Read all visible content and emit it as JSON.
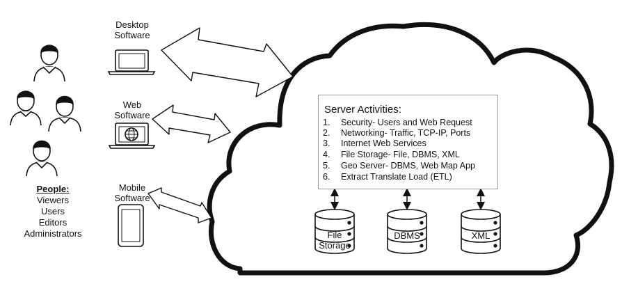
{
  "clients": {
    "desktop": {
      "line1": "Desktop",
      "line2": "Software"
    },
    "web": {
      "line1": "Web",
      "line2": "Software"
    },
    "mobile": {
      "line1": "Mobile",
      "line2": "Software"
    }
  },
  "people": {
    "title": "People:",
    "roles": [
      "Viewers",
      "Users",
      "Editors",
      "Administrators"
    ]
  },
  "server": {
    "title": "Server Activities:",
    "activities": [
      {
        "num": "1.",
        "text": "Security- Users and Web Request"
      },
      {
        "num": "2.",
        "text": "Networking- Traffic, TCP-IP, Ports"
      },
      {
        "num": "3.",
        "text": "Internet Web Services"
      },
      {
        "num": "4.",
        "text": "File Storage- File, DBMS, XML"
      },
      {
        "num": "5.",
        "text": "Geo Server- DBMS, Web Map App"
      },
      {
        "num": "6.",
        "text": "Extract Translate Load (ETL)"
      }
    ]
  },
  "databases": [
    {
      "line1": "File",
      "line2": "Storage"
    },
    {
      "line1": "DBMS",
      "line2": ""
    },
    {
      "line1": "XML",
      "line2": ""
    }
  ],
  "icons": [
    "person-icon",
    "laptop-icon",
    "globe-laptop-icon",
    "mobile-phone-icon",
    "database-icon",
    "cloud-icon",
    "double-arrow-icon"
  ]
}
